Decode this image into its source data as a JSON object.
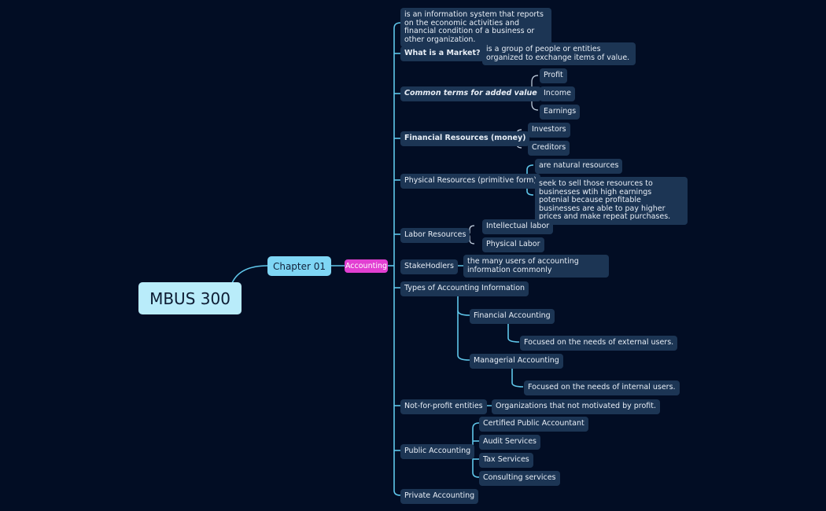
{
  "root": "MBUS 300",
  "chapter": "Chapter 01",
  "accounting": "Accounting",
  "definition": "is an information system that reports on the economic activities and financial condition of a business or other organization.",
  "market": {
    "label": "What is a Market?",
    "answer": "is a group of people or entities organized to exchange items of value."
  },
  "added_value": {
    "label": "Common terms for added value",
    "items": [
      "Profit",
      "Income",
      "Earnings"
    ]
  },
  "financial_resources": {
    "label": "Financial Resources (money)",
    "items": [
      "Investors",
      "Creditors"
    ]
  },
  "physical_resources": {
    "label": "Physical Resources (primitive form)",
    "items": [
      "are natural resources",
      "seek to sell those resources to businesses wtih high earnings potenial because profitable businesses are able to pay higher prices and make repeat purchases."
    ]
  },
  "labor_resources": {
    "label": "Labor Resources",
    "items": [
      "Intellectual labor",
      "Physical Labor"
    ]
  },
  "stakeholders": {
    "label": "StakeHodlers",
    "answer": "the many users of accounting information commonly"
  },
  "types": {
    "label": "Types of Accounting Information",
    "financial": {
      "label": "Financial Accounting",
      "note": "Focused on the needs of external users."
    },
    "managerial": {
      "label": "Managerial Accounting",
      "note": "Focused on the needs of internal users."
    }
  },
  "not_for_profit": {
    "label": "Not-for-profit entities",
    "answer": "Organizations that not motivated by profit."
  },
  "public_accounting": {
    "label": "Public Accounting",
    "items": [
      "Certified Public Accountant",
      "Audit Services",
      "Tax Services",
      "Consulting services"
    ]
  },
  "private_accounting": "Private Accounting"
}
